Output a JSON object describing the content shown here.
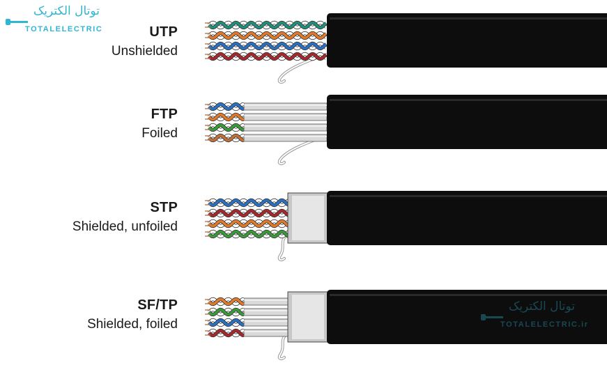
{
  "logo": {
    "arabic": "توتال الکتریک",
    "latin": "TOTALELECTRIC",
    "watermark_arabic": "توتال الکتریک",
    "watermark_latin": "TOTALELECTRIC.ir"
  },
  "cables": [
    {
      "title": "UTP",
      "subtitle": "Unshielded",
      "pair_colors": [
        "#1f8f7a",
        "#e07a2a",
        "#2a6fc0",
        "#a5282c"
      ],
      "foil": false,
      "braid": false
    },
    {
      "title": "FTP",
      "subtitle": "Foiled",
      "pair_colors": [
        "#2a6fc0",
        "#e07a2a",
        "#3a9a3a",
        "#c0703a"
      ],
      "foil": true,
      "braid": false
    },
    {
      "title": "STP",
      "subtitle": "Shielded, unfoiled",
      "pair_colors": [
        "#2a6fc0",
        "#a5282c",
        "#e07a2a",
        "#3a9a3a"
      ],
      "foil": false,
      "braid": true
    },
    {
      "title": "SF/TP",
      "subtitle": "Shielded, foiled",
      "pair_colors": [
        "#e07a2a",
        "#3a9a3a",
        "#2a6fc0",
        "#a5282c"
      ],
      "foil": true,
      "braid": true
    }
  ],
  "colors": {
    "jacket": "#0d0d0d",
    "foil": "#d9d9d9",
    "braid": "#c8c8c8",
    "text": "#1a1a1a",
    "brand": "#2fb6d4"
  }
}
